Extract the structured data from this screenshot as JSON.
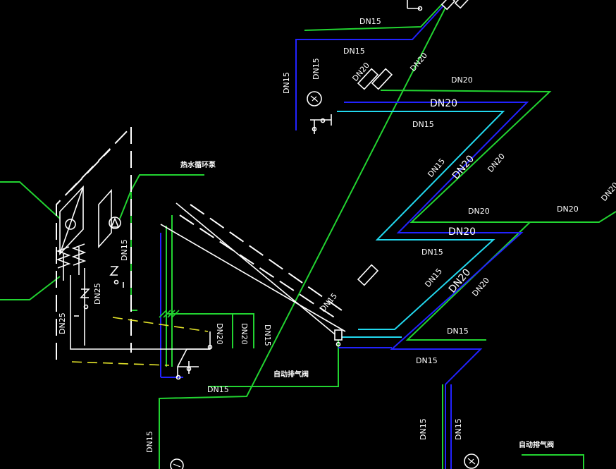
{
  "colors": {
    "background": "#000000",
    "green": "#22d431",
    "blue": "#2222ff",
    "cyan": "#22d8ee",
    "white": "#ffffff",
    "yellow": "#e6e62a"
  },
  "labels": {
    "dn15_top": "DN15",
    "dn15_b": "DN15",
    "dn15_c": "DN15",
    "dn15_vert_left": "DN15",
    "dn15_vert_b": "DN15",
    "dn20_valve_a": "DN20",
    "dn20_valve_b": "DN20",
    "dn20_upper_right": "DN20",
    "dn20_main_1": "DN20",
    "dn20_main_2": "DN20",
    "dn20_diag_a": "DN20",
    "dn20_diag_b": "DN20",
    "dn15_diag_a": "DN15",
    "dn20_right_1": "DN20",
    "dn20_right_2": "DN20",
    "dn20_far_right": "DN20",
    "dn15_mid": "DN15",
    "dn15_diag_b": "DN15",
    "dn20_diag_c": "DN20",
    "dn20_diag_d": "DN20",
    "dn15_diag_c": "DN15",
    "dn15_lower_right": "DN15",
    "dn15_lower": "DN15",
    "dn20_box_a": "DN20",
    "dn20_box_b": "DN20",
    "dn15_box_c": "DN15",
    "dn15_left_vert": "DN15",
    "dn25_a": "DN25",
    "dn25_b": "DN25",
    "dn15_bottom": "DN15",
    "dn15_bottom_vert": "DN15",
    "dn15_bottom_right_a": "DN15",
    "dn15_bottom_right_b": "DN15",
    "pump_label": "热水循环泵",
    "air_valve_1": "自动排气阀",
    "air_valve_2": "自动排气阀"
  }
}
